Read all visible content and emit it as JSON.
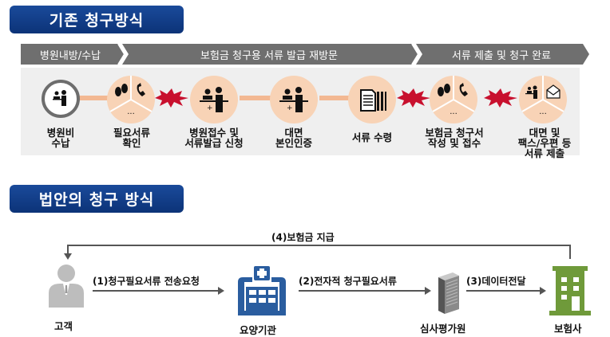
{
  "sections": {
    "legacy_title": "기존 청구방식",
    "new_title": "법안의 청구 방식"
  },
  "phases": [
    {
      "label": "병원내방/수납"
    },
    {
      "label": "보험금 청구용 서류 발급 재방문"
    },
    {
      "label": "서류 제출 및 청구 완료"
    }
  ],
  "steps": [
    {
      "line1": "병원비",
      "line2": "수납",
      "line3": "",
      "icon": "receptionist-icon"
    },
    {
      "line1": "필요서류",
      "line2": "확인",
      "line3": "",
      "icon": "visit-phone-other-icon"
    },
    {
      "line1": "병원접수 및",
      "line2": "서류발급 신청",
      "line3": "",
      "icon": "reception-desk-icon"
    },
    {
      "line1": "대면",
      "line2": "본인인증",
      "line3": "",
      "icon": "reception-desk-icon"
    },
    {
      "line1": "서류 수령",
      "line2": "",
      "line3": "",
      "icon": "documents-icon"
    },
    {
      "line1": "보험금 청구서",
      "line2": "작성 및 접수",
      "line3": "",
      "icon": "visit-phone-other-icon"
    },
    {
      "line1": "대면 및",
      "line2": "팩스/우편 등",
      "line3": "서류 제출",
      "icon": "desk-mail-other-icon"
    }
  ],
  "pain_point_color": "#c8102e",
  "flow": {
    "nodes": {
      "customer": "고객",
      "hospital": "요양기관",
      "review_agency": "심사평가원",
      "insurer": "보험사"
    },
    "edges": {
      "e1": "(1)청구필요서류 전송요청",
      "e2": "(2)전자적 청구필요서류",
      "e3": "(3)데이터전달",
      "e4": "(4)보험금 지급"
    },
    "colors": {
      "hospital": "#2a5d9f",
      "insurer": "#6f9a3a",
      "customer": "#bdbdbd",
      "server": "#8a8a8a"
    }
  }
}
